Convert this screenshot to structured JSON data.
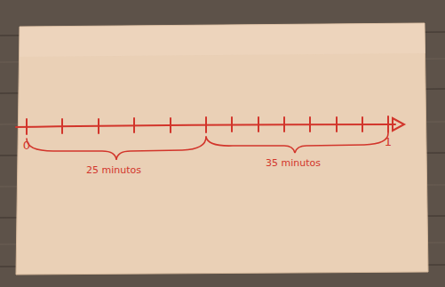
{
  "diagram": {
    "labels": [
      "0",
      "1",
      "25 minutos",
      "35 minutos"
    ]
  }
}
